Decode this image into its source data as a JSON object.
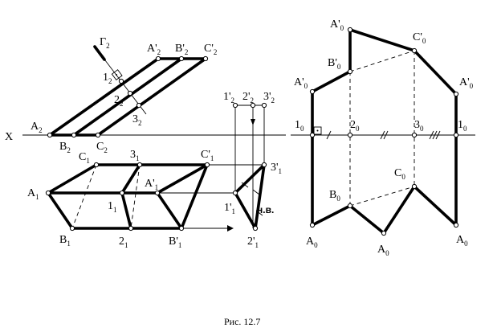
{
  "caption": "Рис. 12.7",
  "axis_label": "X",
  "gamma_label": {
    "base": "Г",
    "sub": "2"
  },
  "nv_label": "н.в.",
  "labels": {
    "A2": {
      "base": "A",
      "sub": "2",
      "prime": ""
    },
    "B2": {
      "base": "B",
      "sub": "2",
      "prime": ""
    },
    "C2": {
      "base": "C",
      "sub": "2",
      "prime": ""
    },
    "A2p": {
      "base": "A",
      "sub": "2",
      "prime": "'"
    },
    "B2p": {
      "base": "B",
      "sub": "2",
      "prime": "'"
    },
    "C2p": {
      "base": "C",
      "sub": "2",
      "prime": "'"
    },
    "n1_2": {
      "base": "1",
      "sub": "2",
      "prime": ""
    },
    "n2_2": {
      "base": "2",
      "sub": "2",
      "prime": ""
    },
    "n3_2": {
      "base": "3",
      "sub": "2",
      "prime": ""
    },
    "n1p2": {
      "base": "1",
      "sub": "2",
      "prime": "'"
    },
    "n2p2": {
      "base": "2",
      "sub": "2",
      "prime": "'"
    },
    "n3p2": {
      "base": "3",
      "sub": "2",
      "prime": "'"
    },
    "A1": {
      "base": "A",
      "sub": "1",
      "prime": ""
    },
    "B1": {
      "base": "B",
      "sub": "1",
      "prime": ""
    },
    "C1": {
      "base": "C",
      "sub": "1",
      "prime": ""
    },
    "A1p": {
      "base": "A",
      "sub": "1",
      "prime": "'"
    },
    "B1p": {
      "base": "B",
      "sub": "1",
      "prime": "'"
    },
    "C1p": {
      "base": "C",
      "sub": "1",
      "prime": "'"
    },
    "n1_1": {
      "base": "1",
      "sub": "1",
      "prime": ""
    },
    "n2_1": {
      "base": "2",
      "sub": "1",
      "prime": ""
    },
    "n3_1": {
      "base": "3",
      "sub": "1",
      "prime": ""
    },
    "n1p1": {
      "base": "1",
      "sub": "1",
      "prime": "'"
    },
    "n2p1": {
      "base": "2",
      "sub": "1",
      "prime": "'"
    },
    "n3p1": {
      "base": "3",
      "sub": "1",
      "prime": "'"
    },
    "A0p_top": {
      "base": "A",
      "sub": "0",
      "prime": "'"
    },
    "B0p": {
      "base": "B",
      "sub": "0",
      "prime": "'"
    },
    "C0p": {
      "base": "C",
      "sub": "0",
      "prime": "'"
    },
    "A0p_mid": {
      "base": "A",
      "sub": "0",
      "prime": "'"
    },
    "A0p_right": {
      "base": "A",
      "sub": "0",
      "prime": "'"
    },
    "n1_0_left": {
      "base": "1",
      "sub": "0",
      "prime": ""
    },
    "n2_0": {
      "base": "2",
      "sub": "0",
      "prime": ""
    },
    "n3_0": {
      "base": "3",
      "sub": "0",
      "prime": ""
    },
    "n1_0_right": {
      "base": "1",
      "sub": "0",
      "prime": ""
    },
    "B0": {
      "base": "B",
      "sub": "0",
      "prime": ""
    },
    "C0": {
      "base": "C",
      "sub": "0",
      "prime": ""
    },
    "A0_left": {
      "base": "A",
      "sub": "0",
      "prime": ""
    },
    "A0_mid": {
      "base": "A",
      "sub": "0",
      "prime": ""
    },
    "A0_right": {
      "base": "A",
      "sub": "0",
      "prime": ""
    }
  }
}
